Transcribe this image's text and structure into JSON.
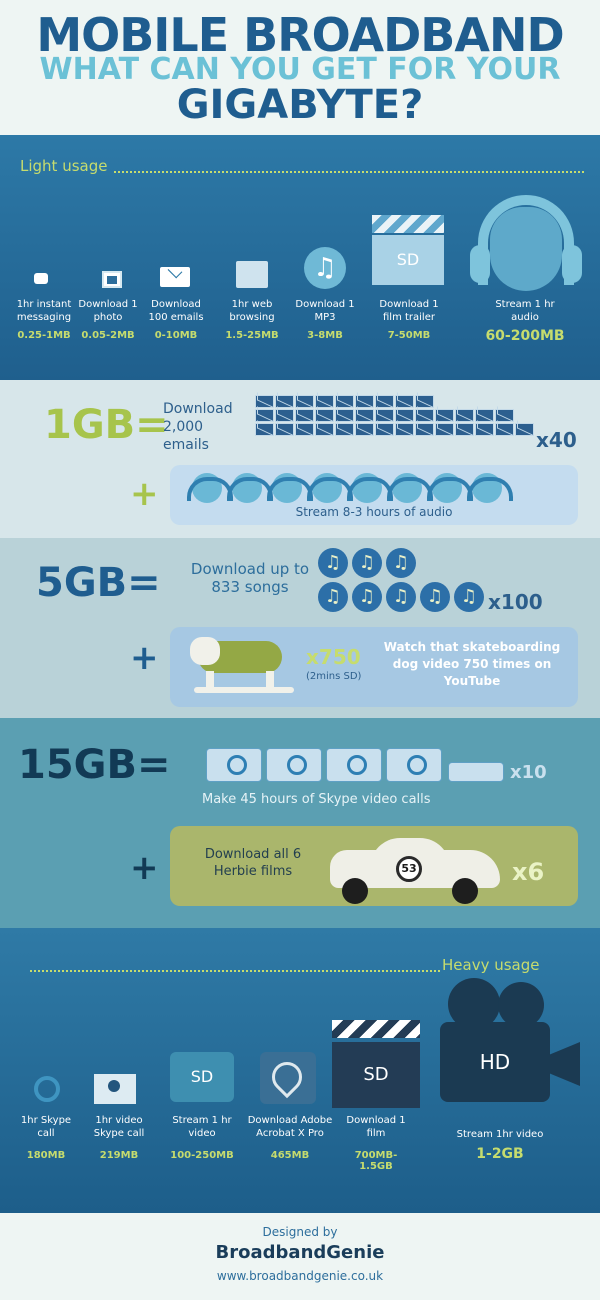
{
  "header": {
    "line1": "MOBILE BROADBAND",
    "line2": "WHAT CAN YOU GET FOR YOUR",
    "line3": "GIGABYTE?"
  },
  "light": {
    "label": "Light usage",
    "items": [
      {
        "text": "1hr instant messaging",
        "size": "0.25-1MB",
        "icon": "chat-bubble-icon"
      },
      {
        "text": "Download 1 photo",
        "size": "0.05-2MB",
        "icon": "photo-icon"
      },
      {
        "text": "Download 100 emails",
        "size": "0-10MB",
        "icon": "envelope-icon"
      },
      {
        "text": "1hr web browsing",
        "size": "1.5-25MB",
        "icon": "browser-icon"
      },
      {
        "text": "Download 1 MP3",
        "size": "3-8MB",
        "icon": "music-note-icon"
      },
      {
        "text": "Download 1 film trailer",
        "size": "7-50MB",
        "icon": "clapperboard-icon",
        "badge": "SD"
      },
      {
        "text": "Stream 1 hr audio",
        "size": "60-200MB",
        "icon": "headphones-icon"
      }
    ]
  },
  "gb1": {
    "amount": "1GB=",
    "emails": {
      "text": "Download 2,000 emails",
      "multiplier": "x40"
    },
    "plus": "+",
    "audio": {
      "text": "Stream 8-3 hours of audio"
    }
  },
  "gb5": {
    "amount": "5GB=",
    "songs": {
      "text": "Download up to 833 songs",
      "multiplier": "x100"
    },
    "plus": "+",
    "dog": {
      "multiplier": "x750",
      "note": "(2mins SD)",
      "text": "Watch that skateboarding dog video 750 times on YouTube"
    }
  },
  "gb15": {
    "amount": "15GB=",
    "skype": {
      "text": "Make 45 hours of Skype video calls",
      "multiplier": "x10"
    },
    "plus": "+",
    "herbie": {
      "text": "Download all 6 Herbie films",
      "number": "53",
      "multiplier": "x6"
    }
  },
  "heavy": {
    "label": "Heavy usage",
    "items": [
      {
        "text": "1hr Skype call",
        "size": "180MB",
        "icon": "headset-icon"
      },
      {
        "text": "1hr video Skype call",
        "size": "219MB",
        "icon": "video-call-icon"
      },
      {
        "text": "Stream 1 hr video",
        "size": "100-250MB",
        "icon": "video-camera-icon",
        "badge": "SD"
      },
      {
        "text": "Download Adobe Acrobat X Pro",
        "size": "465MB",
        "icon": "acrobat-icon"
      },
      {
        "text": "Download 1 film",
        "size": "700MB-1.5GB",
        "icon": "clapperboard-icon",
        "badge": "SD"
      },
      {
        "text": "Stream 1hr video",
        "size": "1-2GB",
        "icon": "hd-camera-icon",
        "badge": "HD"
      }
    ]
  },
  "footer": {
    "designed_by": "Designed by",
    "brand": "BroadbandGenie",
    "url": "www.broadbandgenie.co.uk"
  },
  "colors": {
    "navy": "#1f5d8f",
    "cyan": "#6bc1d6",
    "lime": "#c6dc6e",
    "olive": "#a7c44c"
  }
}
